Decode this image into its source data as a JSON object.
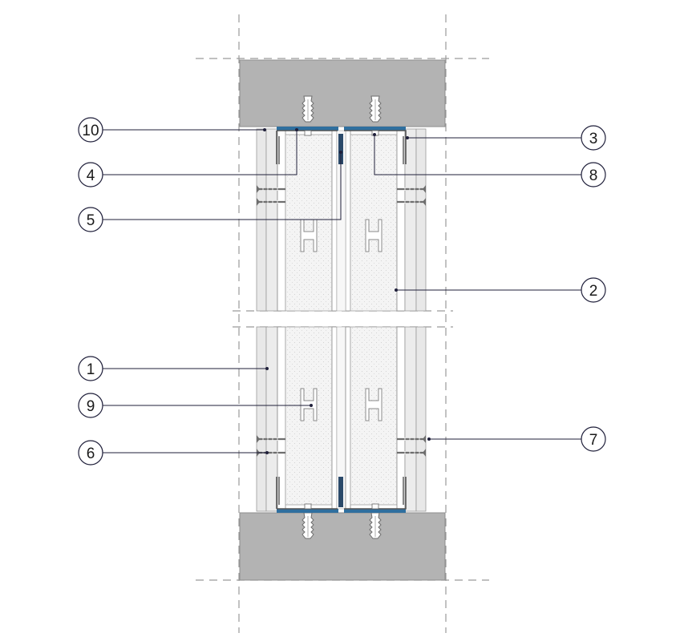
{
  "diagram": {
    "callouts": [
      {
        "id": "10",
        "label": "10"
      },
      {
        "id": "4",
        "label": "4"
      },
      {
        "id": "5",
        "label": "5"
      },
      {
        "id": "1",
        "label": "1"
      },
      {
        "id": "9",
        "label": "9"
      },
      {
        "id": "6",
        "label": "6"
      },
      {
        "id": "3",
        "label": "3"
      },
      {
        "id": "8",
        "label": "8"
      },
      {
        "id": "2",
        "label": "2"
      },
      {
        "id": "7",
        "label": "7"
      }
    ],
    "colors": {
      "concrete": "#b3b3b3",
      "concrete_edge": "#8c8c8c",
      "board": "#e8e8e8",
      "insulation": "#f2f2f2",
      "stud_steel": "#9aa0a6",
      "seal_tape": "#2f6f9f",
      "leader": "#1f1f3a",
      "dashed": "#9a9a9a"
    }
  }
}
